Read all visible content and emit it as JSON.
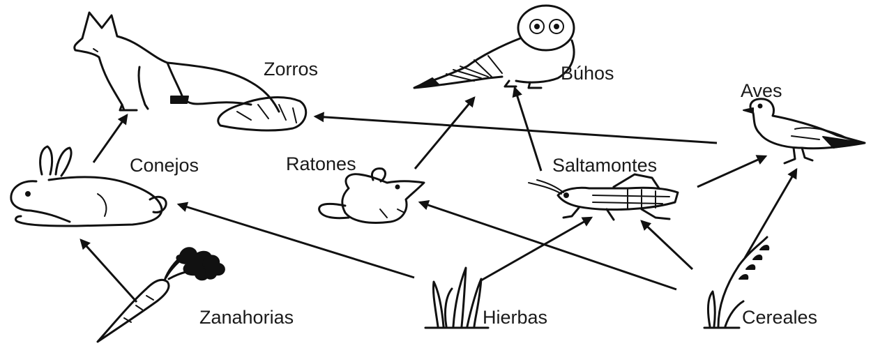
{
  "diagram": {
    "nodes": [
      {
        "id": "zorros",
        "label": "Zorros",
        "icon": "fox-icon"
      },
      {
        "id": "buhos",
        "label": "Búhos",
        "icon": "owl-icon"
      },
      {
        "id": "aves",
        "label": "Aves",
        "icon": "bird-icon"
      },
      {
        "id": "conejos",
        "label": "Conejos",
        "icon": "rabbit-icon"
      },
      {
        "id": "ratones",
        "label": "Ratones",
        "icon": "mouse-icon"
      },
      {
        "id": "saltamontes",
        "label": "Saltamontes",
        "icon": "grasshopper-icon"
      },
      {
        "id": "zanahorias",
        "label": "Zanahorias",
        "icon": "carrot-icon"
      },
      {
        "id": "hierbas",
        "label": "Hierbas",
        "icon": "grass-icon"
      },
      {
        "id": "cereales",
        "label": "Cereales",
        "icon": "wheat-icon"
      }
    ],
    "edges": [
      {
        "from": "conejos",
        "to": "zorros"
      },
      {
        "from": "aves",
        "to": "zorros"
      },
      {
        "from": "ratones",
        "to": "buhos"
      },
      {
        "from": "saltamontes",
        "to": "buhos"
      },
      {
        "from": "saltamontes",
        "to": "aves"
      },
      {
        "from": "cereales",
        "to": "aves"
      },
      {
        "from": "zanahorias",
        "to": "conejos"
      },
      {
        "from": "hierbas",
        "to": "conejos"
      },
      {
        "from": "hierbas",
        "to": "saltamontes"
      },
      {
        "from": "cereales",
        "to": "saltamontes"
      },
      {
        "from": "cereales",
        "to": "ratones"
      }
    ]
  }
}
